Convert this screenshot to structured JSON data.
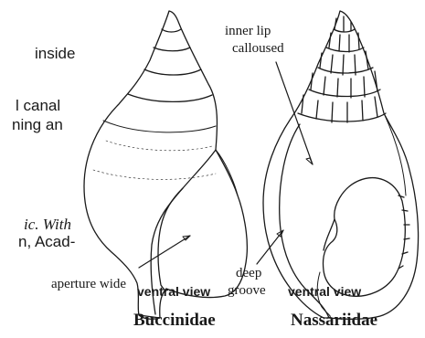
{
  "left_text": {
    "line1": "inside",
    "line2": "l canal",
    "line3": "ning an",
    "line4": "ic. With",
    "line5": "n, Acad-"
  },
  "annotations": {
    "inner_lip": "inner lip",
    "calloused": "calloused",
    "aperture_wide": "aperture wide",
    "deep": "deep",
    "groove": "groove"
  },
  "views": {
    "left": "ventral view",
    "right": "ventral view"
  },
  "families": {
    "left": "Buccinidae",
    "right": "Nassariidae"
  }
}
